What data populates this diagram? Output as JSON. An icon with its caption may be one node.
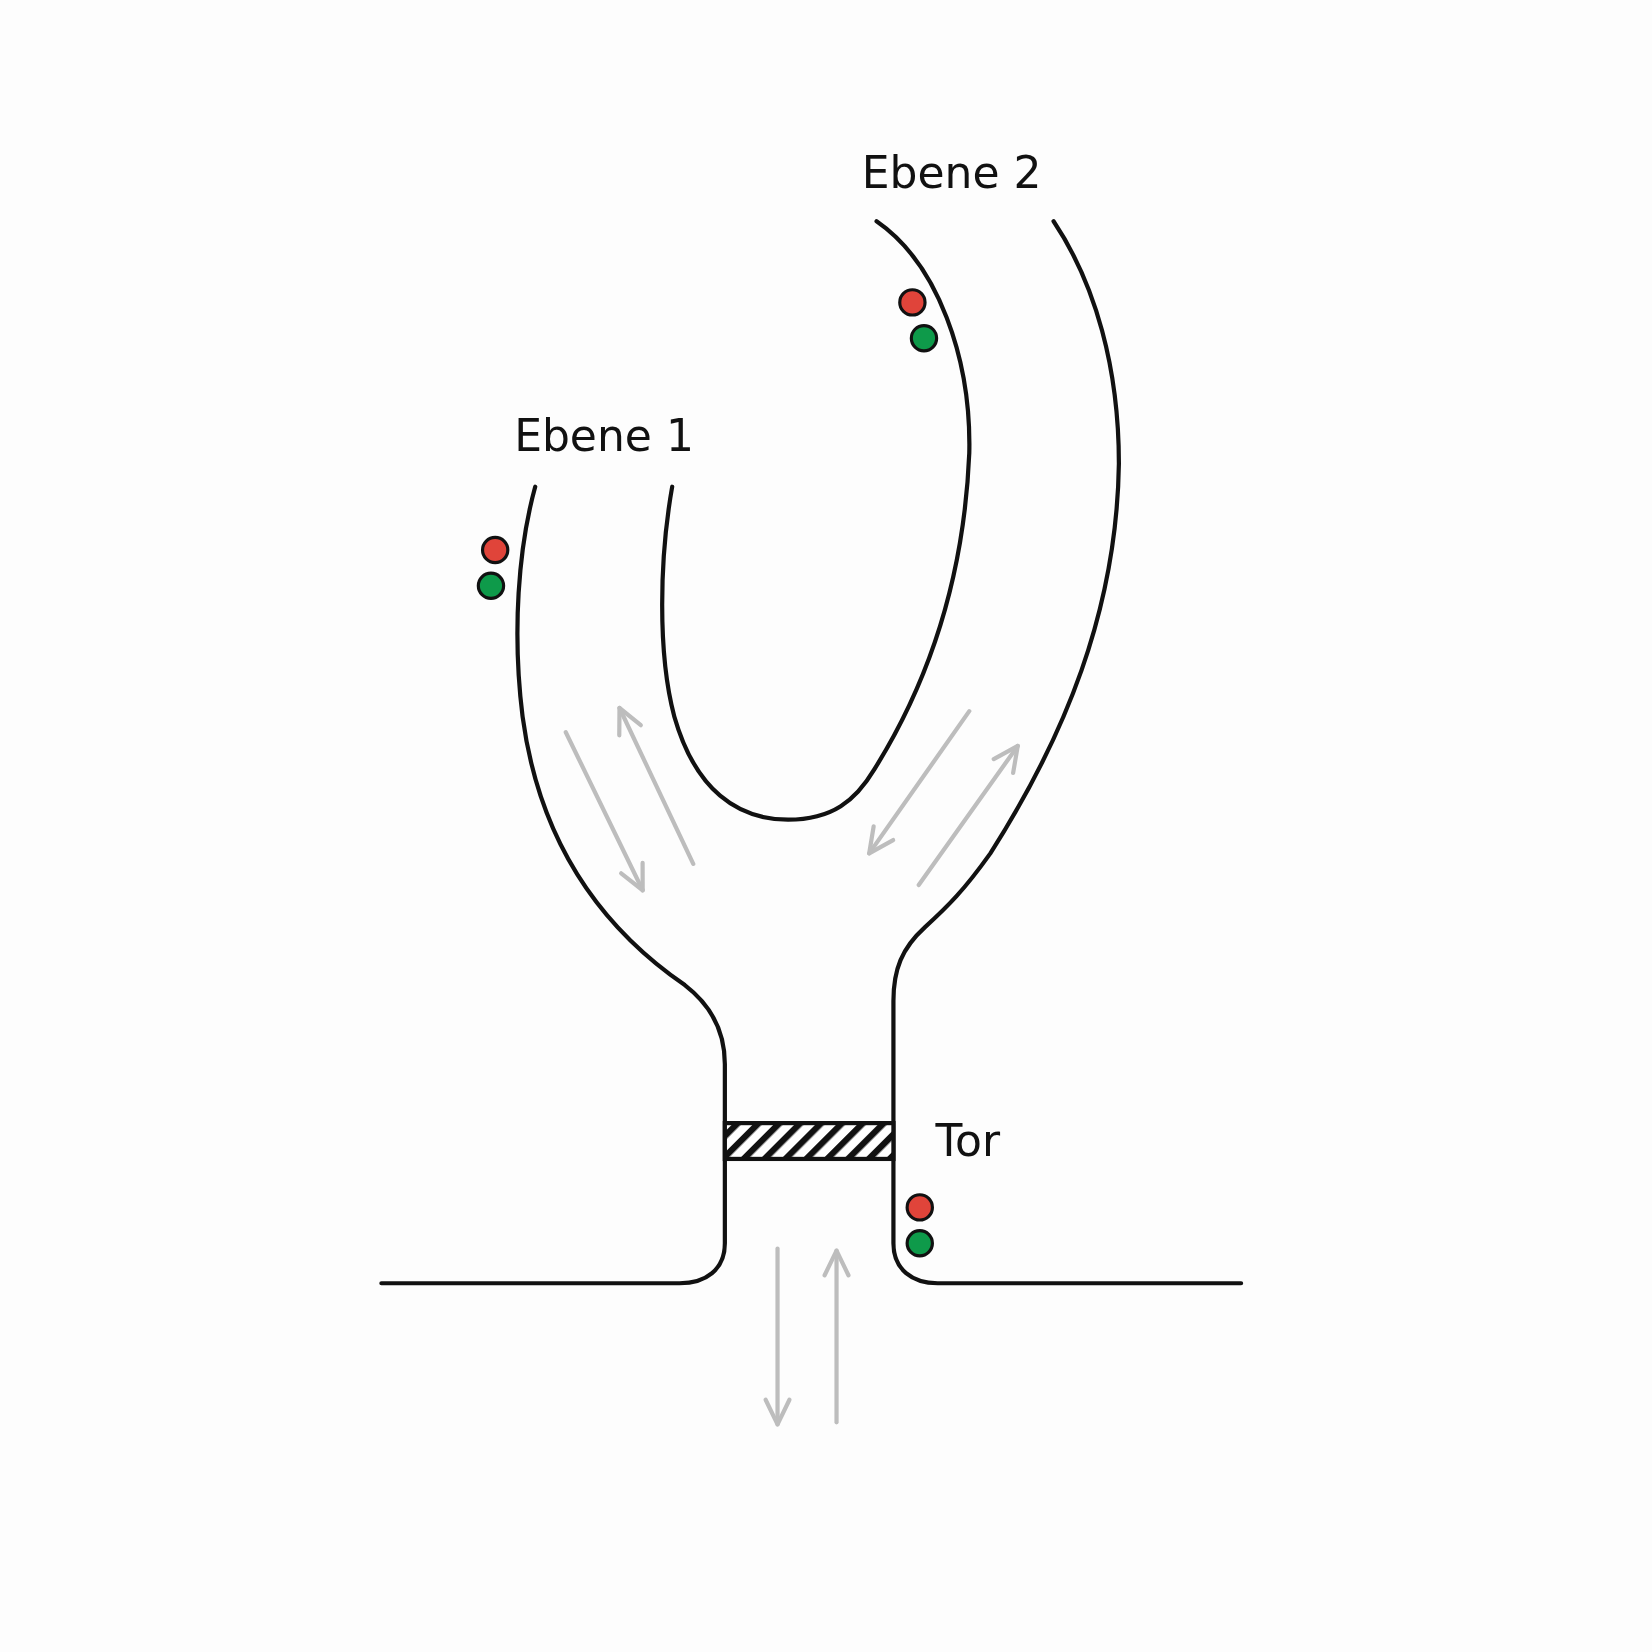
{
  "diagram": {
    "labels": [
      "Ebene 2",
      "Ebene 1",
      "Tor"
    ]
  }
}
